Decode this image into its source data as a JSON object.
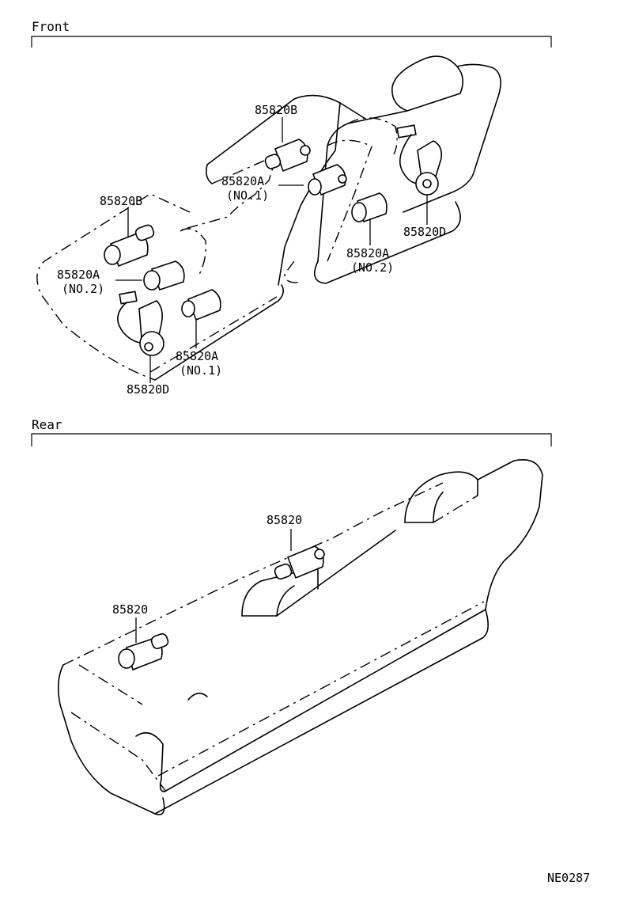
{
  "sections": {
    "front": {
      "heading": "Front"
    },
    "rear": {
      "heading": "Rear"
    }
  },
  "front_labels": {
    "b_upper": "85820B",
    "a1_upper": "85820A",
    "a1_upper_sub": "(NO.1)",
    "b_left": "85820B",
    "a2_left": "85820A",
    "a2_left_sub": "(NO.2)",
    "a2_right": "85820A",
    "a2_right_sub": "(NO.2)",
    "d_right": "85820D",
    "a1_lower": "85820A",
    "a1_lower_sub": "(NO.1)",
    "d_lower": "85820D"
  },
  "rear_labels": {
    "upper": "85820",
    "lower": "85820"
  },
  "figure_code": "NE0287"
}
